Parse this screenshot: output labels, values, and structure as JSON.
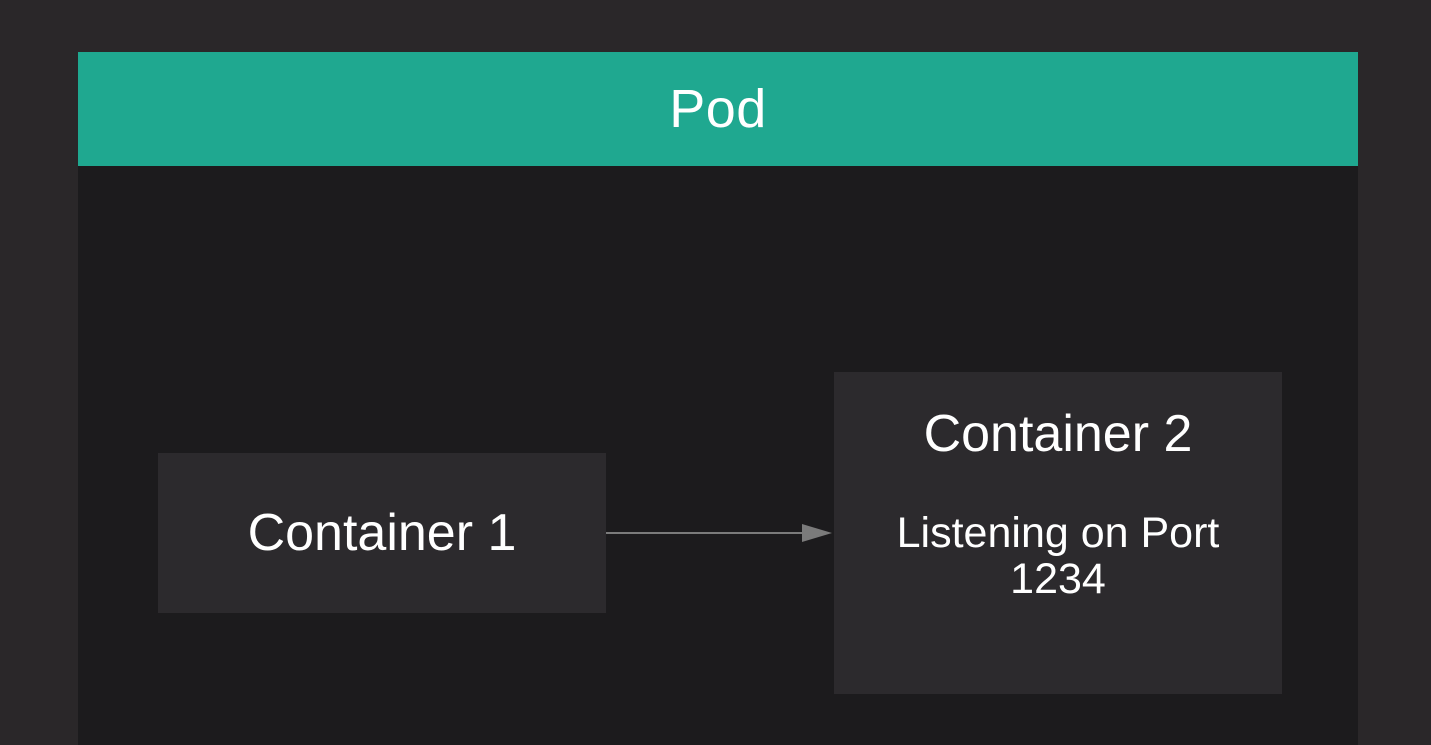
{
  "pod": {
    "title": "Pod"
  },
  "containers": [
    {
      "title": "Container 1"
    },
    {
      "title": "Container 2",
      "description": "Listening on Port 1234"
    }
  ],
  "colors": {
    "background": "#2a2729",
    "pod_body": "#1c1b1d",
    "pod_header": "#1fa890",
    "container_box": "#2c2a2d",
    "text": "#ffffff",
    "arrow": "#7b7b7b"
  }
}
